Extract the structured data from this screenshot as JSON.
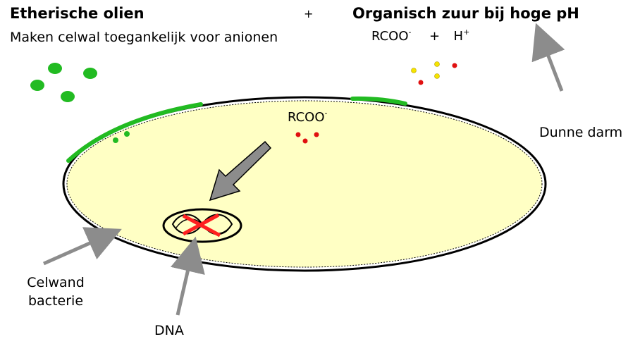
{
  "labels": {
    "etherische_olien": "Etherische olien",
    "plus": "+",
    "organisch_zuur": "Organisch zuur bij hoge pH",
    "maken_celwal": "Maken celwal toegankelijk voor anionen",
    "rcoo_outside": "RCOO",
    "charge_minus": "-",
    "plus_between": "+",
    "h": "H",
    "charge_plus": "+",
    "rcoo_inside": "RCOO",
    "charge_minus_inside": "-",
    "dunne_darm": "Dunne darm",
    "celwand_line1": "Celwand",
    "celwand_line2": "bacterie",
    "dna": "DNA"
  },
  "colors": {
    "cytoplasm": "#ffffc4",
    "cell_wall": "#000000",
    "oil_green": "#22bb22",
    "acid_red": "#e01010",
    "proton_yellow": "#f5e400",
    "arrow_gray": "#8c8c8c",
    "cross_red": "#ff2020"
  }
}
